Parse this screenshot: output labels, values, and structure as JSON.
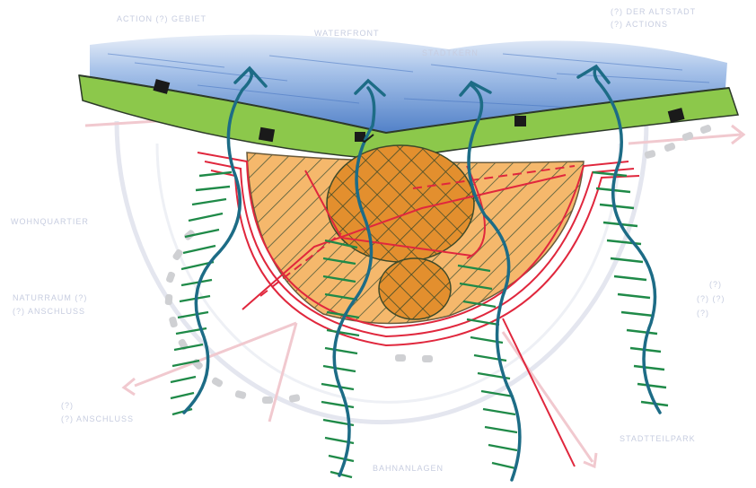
{
  "labels": {
    "top_left": "ACTION (?) GEBIET",
    "top_center": "WATERFRONT",
    "top_center_right": "STADTKERN",
    "top_right_1": "(?) DER ALTSTADT",
    "top_right_2": "(?) ACTIONS",
    "left_upper": "WOHNQUARTIER",
    "left_mid_1": "NATURRAUM (?)",
    "left_mid_2": "(?) ANSCHLUSS",
    "right_mid_1": "(?)",
    "right_mid_2": "(?) (?)",
    "right_mid_3": "(?)",
    "bottom_left_1": "(?)",
    "bottom_left_2": "(?) ANSCHLUSS",
    "bottom_right": "STADTTEILPARK",
    "bottom_center": "BAHNANLAGEN"
  },
  "colors": {
    "water": "#5b86c9",
    "water_light": "#a9c4ea",
    "green_band": "#8cc84b",
    "orange_zone": "#f3ab52",
    "orange_core": "#e38f2e",
    "red_lines": "#e0273d",
    "teal_arrows": "#1d6c86",
    "green_hatch": "#1f8a48",
    "circle_outline": "#e4e6ef",
    "dots": "#cccccc"
  },
  "icons": [
    "north-arrow-icon"
  ]
}
